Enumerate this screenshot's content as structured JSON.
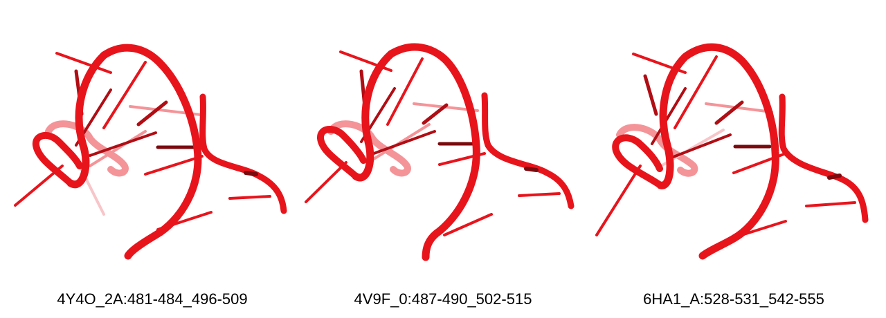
{
  "panels": [
    {
      "label": "4Y4O_2A:481-484_496-509"
    },
    {
      "label": "4V9F_0:487-490_502-515"
    },
    {
      "label": "6HA1_A:528-531_542-555"
    }
  ],
  "colors": {
    "backbone": "#e8141c",
    "backbone_dark": "#b00d14",
    "base_dark": "#7a0a0e",
    "base_faded": "#f08088"
  }
}
